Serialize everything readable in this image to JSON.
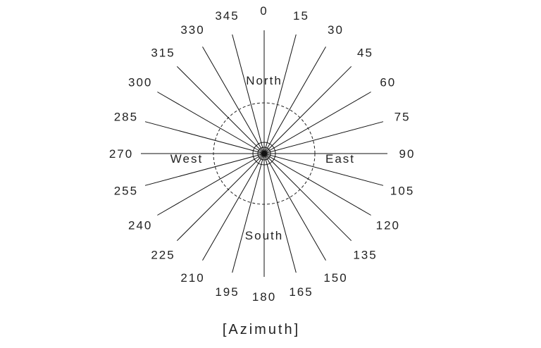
{
  "diagram": {
    "azimuths": [
      0,
      15,
      30,
      45,
      60,
      75,
      90,
      105,
      120,
      135,
      150,
      165,
      180,
      195,
      210,
      225,
      240,
      255,
      270,
      285,
      300,
      315,
      330,
      345
    ],
    "directions": {
      "north": "North",
      "east": "East",
      "south": "South",
      "west": "West"
    },
    "caption": "[Azimuth]",
    "inner_ring_style": "dashed"
  }
}
